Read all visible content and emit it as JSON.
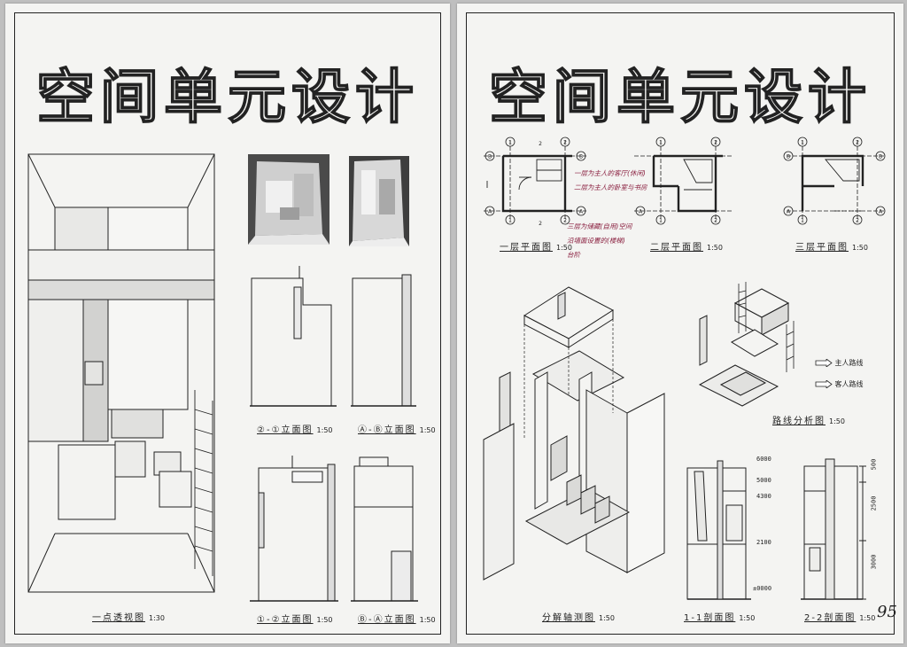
{
  "left_sheet": {
    "title": "空间单元设计",
    "captions": {
      "perspective": "一点透视图",
      "perspective_scale": "1:30",
      "elev_2_1": "②-①立面图",
      "elev_2_1_scale": "1:50",
      "elev_a_b": "Ⓐ-Ⓑ立面图",
      "elev_a_b_scale": "1:50",
      "elev_1_2": "①-②立面图",
      "elev_1_2_scale": "1:50",
      "elev_b_a": "Ⓑ-Ⓐ立面图",
      "elev_b_a_scale": "1:50"
    }
  },
  "right_sheet": {
    "title": "空间单元设计",
    "captions": {
      "plan_1": "一层平面图",
      "plan_1_scale": "1:50",
      "plan_2": "二层平面图",
      "plan_2_scale": "1:50",
      "plan_3": "三层平面图",
      "plan_3_scale": "1:50",
      "route": "路线分析图",
      "route_scale": "1:50",
      "axon": "分解轴测图",
      "axon_scale": "1:50",
      "section_1": "1-1剖面图",
      "section_1_scale": "1:50",
      "section_2": "2-2剖面图",
      "section_2_scale": "1:50"
    },
    "legend": {
      "host_route": "主人路线",
      "guest_route": "客人路线"
    },
    "grid_labels": {
      "a": "A",
      "b": "B",
      "one": "1",
      "two": "2",
      "cut": "2"
    },
    "section_1_levels": [
      "6000",
      "5000",
      "4300",
      "2100",
      "±0000"
    ],
    "section_2_dims": [
      "500",
      "2500",
      "3000"
    ],
    "notes": [
      "一层为主人的客厅(休闲)",
      "二层为主人的卧室与书房",
      "三层为储藏(自用)空间",
      "沿墙面设置的(楼梯)",
      "台阶"
    ],
    "page_number": "95"
  }
}
